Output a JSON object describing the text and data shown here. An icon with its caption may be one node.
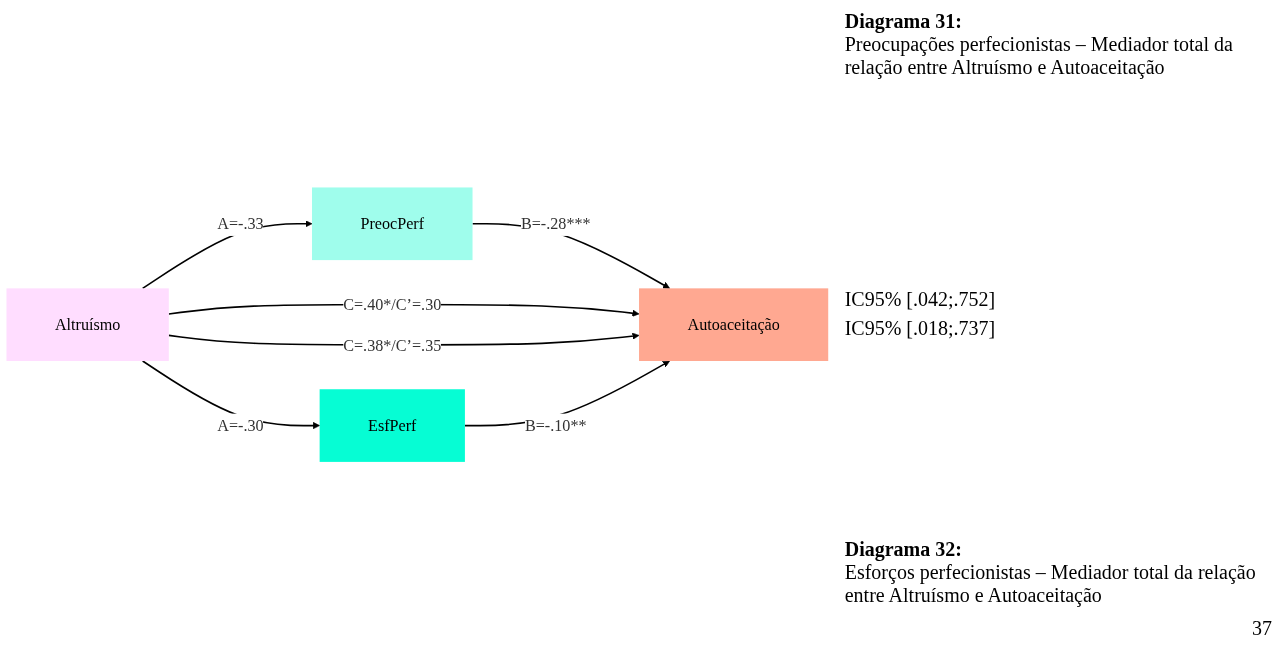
{
  "diagram": {
    "nodes": [
      {
        "text": [
          "PreocPerf"
        ]
      },
      {
        "text": [
          "Altruísmo"
        ]
      },
      {
        "text": [
          "Autoaceitação"
        ]
      },
      {
        "text": [
          "EsfPerf"
        ]
      }
    ],
    "edges": [
      {
        "from": 1,
        "to": 0,
        "arrow": "to",
        "label": "A=-.33"
      },
      {
        "from": 0,
        "to": 2,
        "arrow": "to",
        "label": "B=-.28***"
      },
      {
        "from": 1,
        "to": 2,
        "arrow": "to",
        "label": "C=.40*/C’=.30"
      },
      {
        "from": 1,
        "to": 2,
        "arrow": "to",
        "label": "C=.38*/C’=.35"
      },
      {
        "from": 1,
        "to": 3,
        "arrow": "to",
        "label": "A=-.30"
      },
      {
        "from": 3,
        "to": 2,
        "arrow": "to",
        "label": "B=-.10**"
      }
    ],
    "labels": [
      "Diagrama 31:",
      "Preocupações perfecionistas – Mediador total da relação entre Altruísmo e Autoaceitação",
      "IC95% [.042;.752]",
      "IC95% [.018;.737]",
      "Diagrama 32:",
      "Esforços perfecionistas – Mediador total da relação entre Altruísmo e Autoaceitação",
      "37"
    ]
  }
}
